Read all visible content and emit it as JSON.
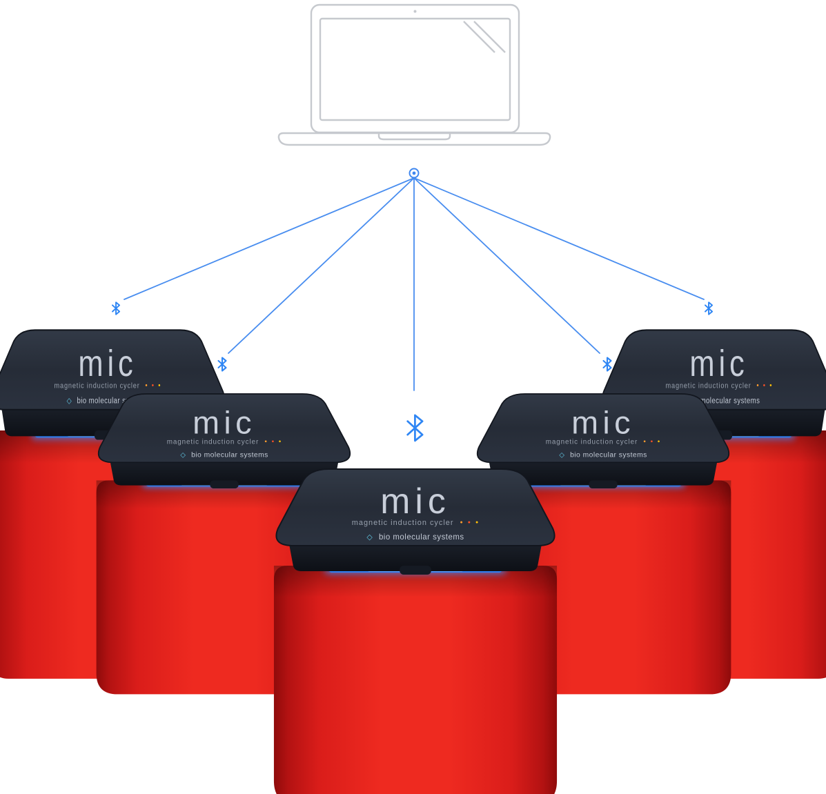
{
  "device": {
    "logo": "mic",
    "subtitle": "magnetic induction cycler",
    "brand": "bio molecular systems",
    "dot_glyph": "●",
    "brand_icon_glyph": "◇",
    "count": 5
  },
  "connections": {
    "count": 5
  },
  "icons": {
    "laptop": "laptop-icon",
    "hub": "connection-hub-icon",
    "bluetooth": "bluetooth-icon"
  },
  "colors": {
    "background": "#ffffff",
    "connection_blue": "#3f87ef",
    "bluetooth_blue": "#2f86f4",
    "led_blue": "#2f7ff2",
    "device_red": "#ee2a20",
    "device_red_dark": "#8f0b0b",
    "lid_dark": "#262c37",
    "laptop_gray": "#c6c9ce",
    "logo_text": "#c8ced9",
    "logo_dots": [
      "#ff9d2e",
      "#ff5126",
      "#ffc107"
    ]
  }
}
